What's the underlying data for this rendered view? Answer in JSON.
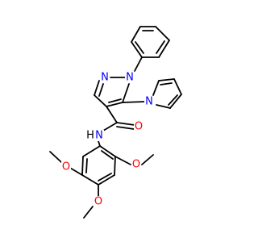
{
  "labels": {
    "n_pyrazole_1": "N",
    "n_pyrazole_2": "N",
    "n_pyrrole": "N",
    "o_carbonyl": "O",
    "nh_amide": "H",
    "n_amide": "N",
    "o_methoxy_1": "O",
    "o_methoxy_2": "O",
    "o_methoxy_3": "O"
  },
  "colors": {
    "bond": "#000000",
    "nitrogen": "#0000ff",
    "oxygen": "#ff0000",
    "background": "#ffffff"
  }
}
